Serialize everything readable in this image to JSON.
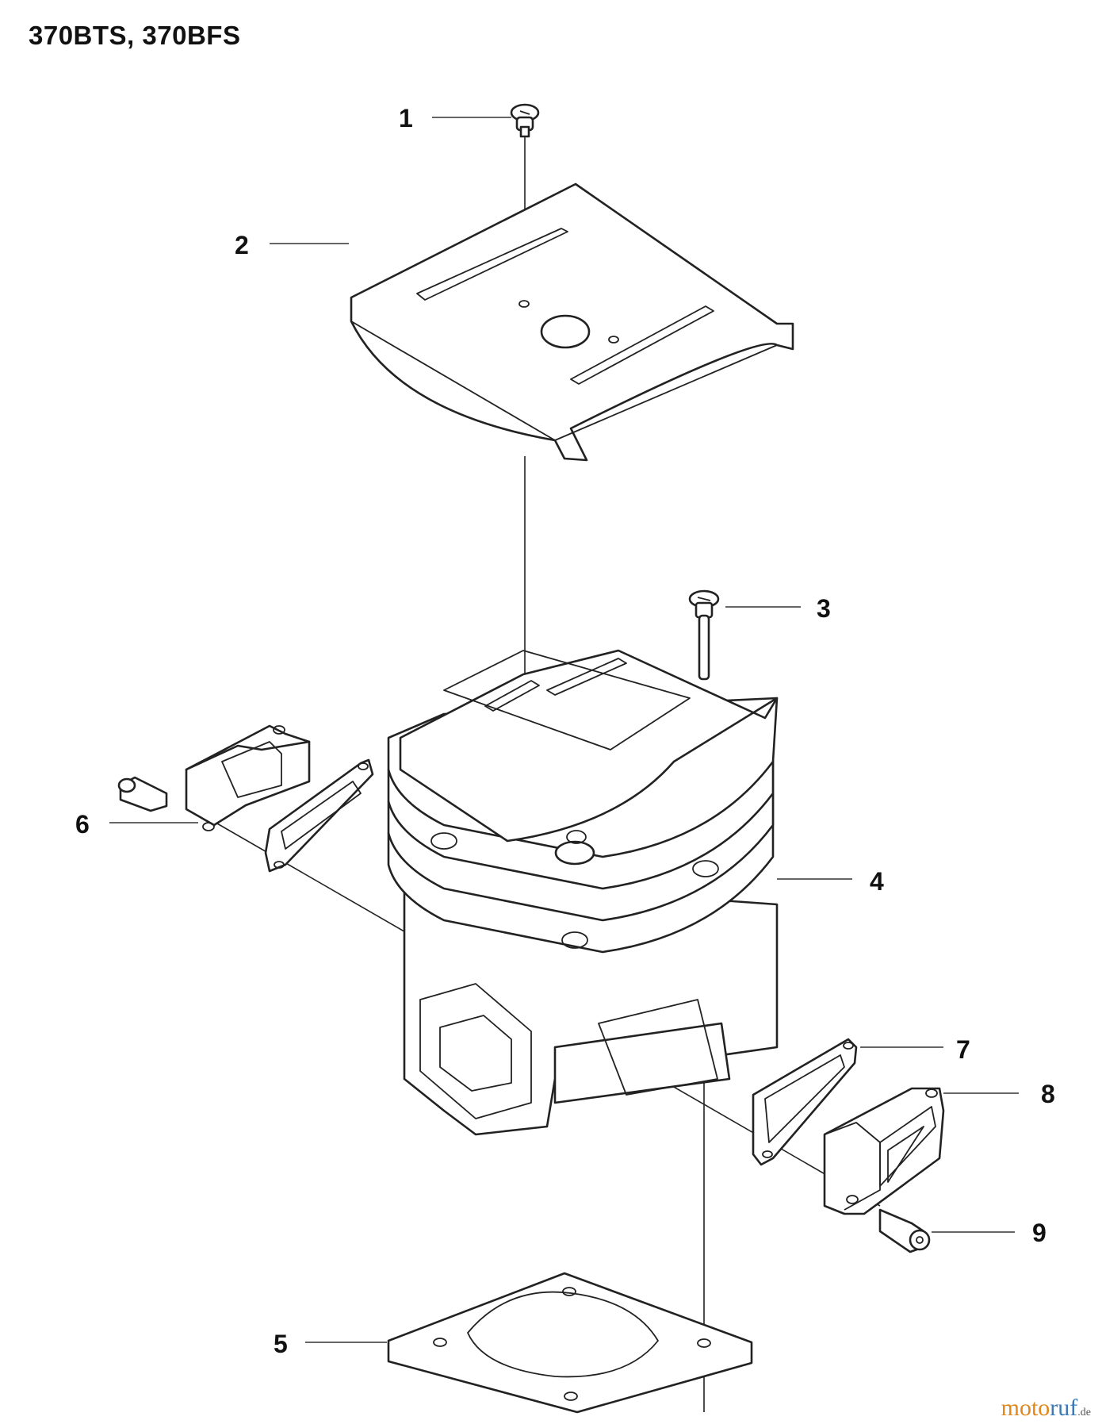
{
  "title": "370BTS, 370BFS",
  "callouts": [
    {
      "n": "1",
      "part": "screw"
    },
    {
      "n": "2",
      "part": "cylinder-cover"
    },
    {
      "n": "3",
      "part": "long-bolt"
    },
    {
      "n": "4",
      "part": "cylinder"
    },
    {
      "n": "5",
      "part": "base-gasket"
    },
    {
      "n": "6",
      "part": "intake-flange-left"
    },
    {
      "n": "7",
      "part": "flange-gasket"
    },
    {
      "n": "8",
      "part": "intake-flange-right"
    },
    {
      "n": "9",
      "part": "socket-screw"
    }
  ],
  "watermark": {
    "text_main": "moto",
    "text_accent": "ruf",
    "suffix": ".de"
  }
}
